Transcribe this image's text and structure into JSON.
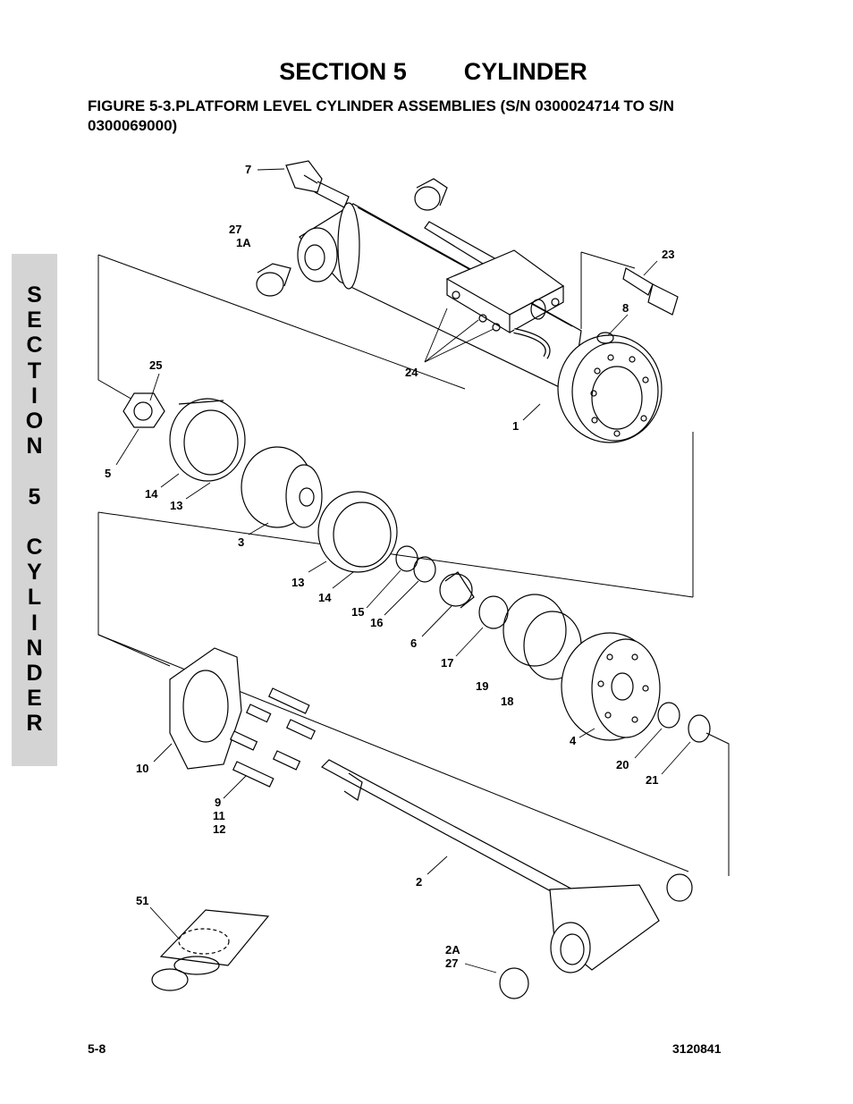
{
  "header": {
    "section_number": "SECTION 5",
    "section_name": "CYLINDER"
  },
  "figure": {
    "title": "FIGURE 5-3.PLATFORM LEVEL CYLINDER ASSEMBLIES (S/N 0300024714 TO S/N 0300069000)"
  },
  "side_tab": {
    "letters": [
      "S",
      "E",
      "C",
      "T",
      "I",
      "O",
      "N",
      "",
      "5",
      "",
      "C",
      "Y",
      "L",
      "I",
      "N",
      "D",
      "E",
      "R"
    ]
  },
  "callouts": {
    "c7": "7",
    "c27a": "27",
    "c1a": "1A",
    "c23": "23",
    "c8": "8",
    "c24": "24",
    "c25": "25",
    "c1": "1",
    "c5": "5",
    "c14a": "14",
    "c13a": "13",
    "c3": "3",
    "c13b": "13",
    "c14b": "14",
    "c15": "15",
    "c16": "16",
    "c6": "6",
    "c17": "17",
    "c19": "19",
    "c18": "18",
    "c4": "4",
    "c20": "20",
    "c21": "21",
    "c10": "10",
    "c9": "9",
    "c11": "11",
    "c12": "12",
    "c2": "2",
    "c51": "51",
    "c2a": "2A",
    "c27b": "27"
  },
  "footer": {
    "page_number": "5-8",
    "document_number": "3120841"
  }
}
